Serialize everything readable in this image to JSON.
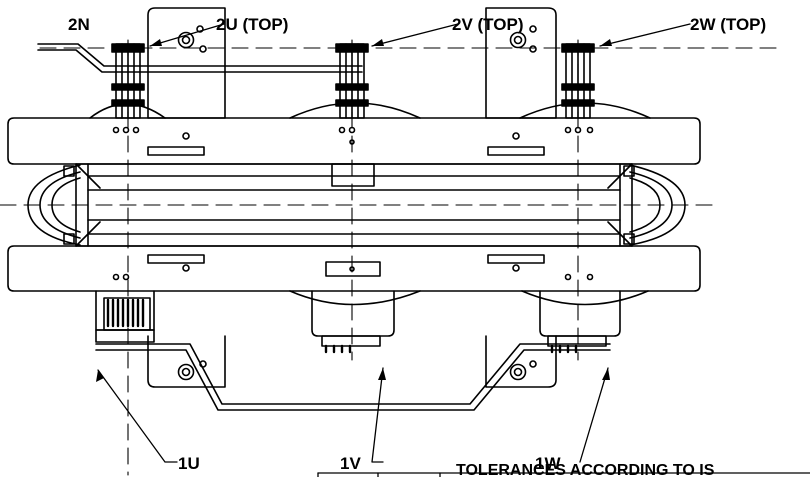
{
  "drawing": {
    "labels": {
      "n2": "2N",
      "u2": "2U (TOP)",
      "v2": "2V (TOP)",
      "w2": "2W (TOP)",
      "u1": "1U",
      "v1": "1V",
      "w1": "1W"
    },
    "title_block": {
      "tolerance_text": "TOLERANCES ACCORDING TO IS"
    }
  }
}
